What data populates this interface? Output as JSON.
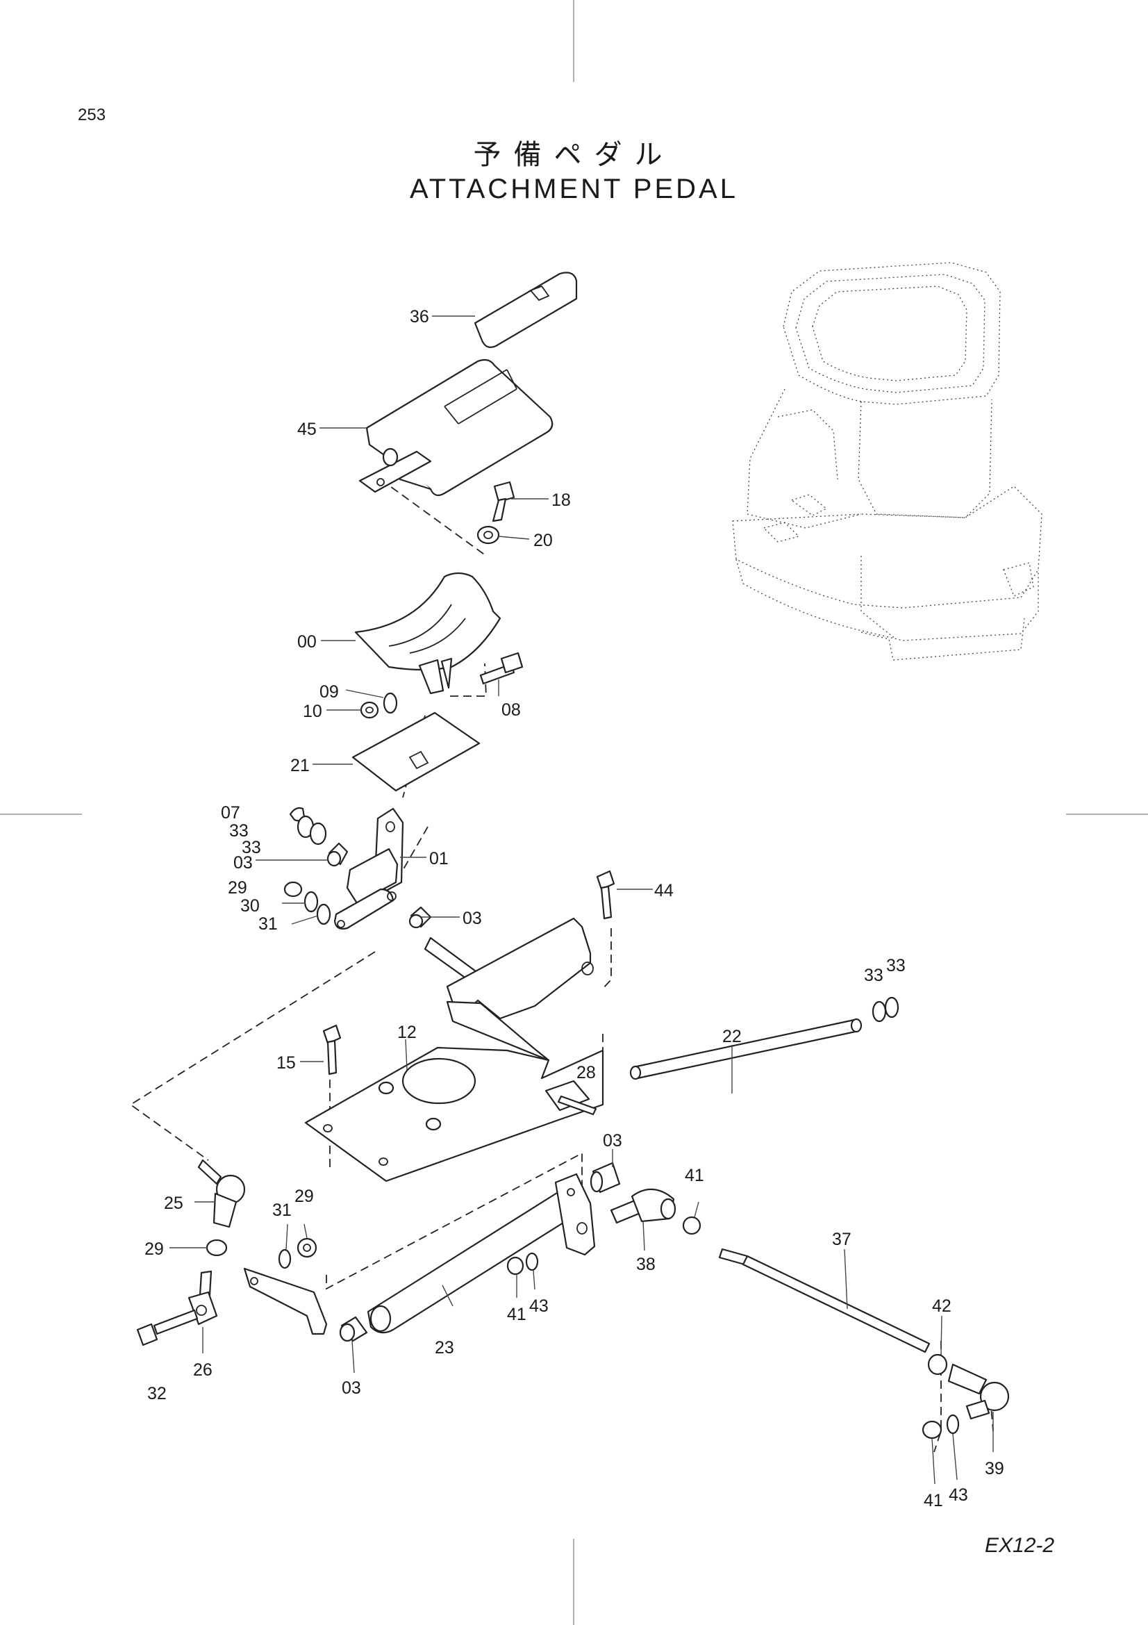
{
  "page_number": "253",
  "title_jp": "予備ペダル",
  "title_en": "ATTACHMENT PEDAL",
  "footer_code": "EX12-2",
  "callouts": {
    "c36": "36",
    "c45": "45",
    "c18": "18",
    "c20": "20",
    "c00": "00",
    "c09": "09",
    "c10": "10",
    "c08": "08",
    "c21": "21",
    "c07": "07",
    "c33a": "33",
    "c33b": "33",
    "c03a": "03",
    "c01": "01",
    "c29a": "29",
    "c30": "30",
    "c31a": "31",
    "c03b": "03",
    "c44": "44",
    "c33c": "33",
    "c33d": "33",
    "c12": "12",
    "c15": "15",
    "c28": "28",
    "c22": "22",
    "c03c": "03",
    "c41a": "41",
    "c25": "25",
    "c31b": "31",
    "c29b": "29",
    "c29c": "29",
    "c38": "38",
    "c37": "37",
    "c41b": "41",
    "c43a": "43",
    "c23": "23",
    "c26": "26",
    "c32": "32",
    "c03d": "03",
    "c42": "42",
    "c39": "39",
    "c41c": "41",
    "c43b": "43"
  }
}
